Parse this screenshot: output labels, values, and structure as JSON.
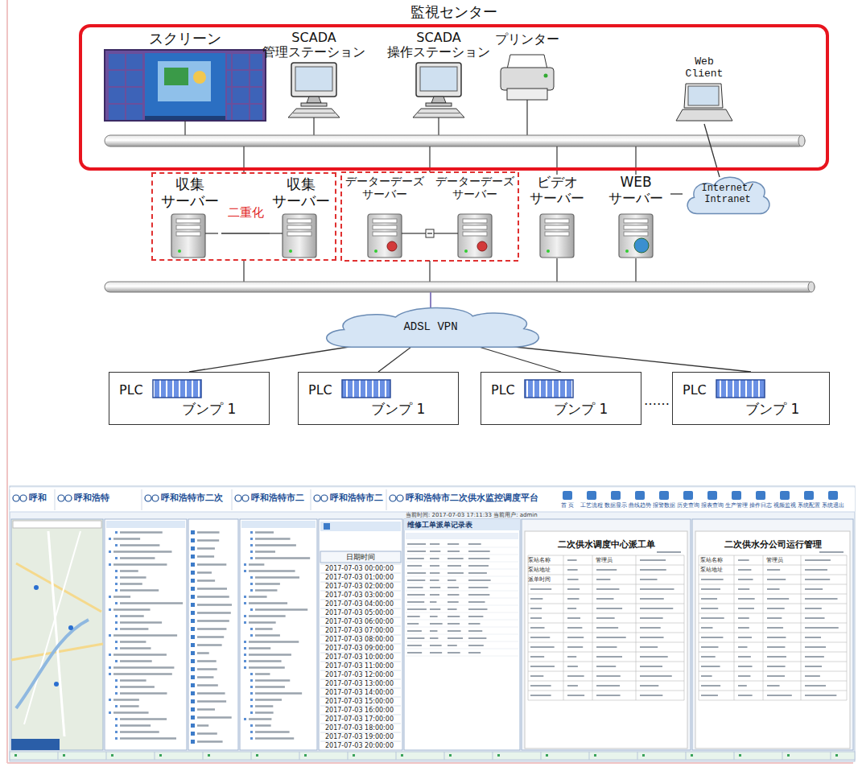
{
  "diagram": {
    "nodes": [
      {
        "text": [
          "監視センター"
        ]
      },
      {
        "text": [
          "スクリーン"
        ],
        "in": 0
      },
      {
        "text": [
          "SCADA 管理ステーション"
        ],
        "in": 0
      },
      {
        "text": [
          "SCADA 操作ステーション"
        ],
        "in": 0
      },
      {
        "text": [
          "プリンター"
        ],
        "in": 0
      },
      {
        "text": [
          "Web Client"
        ],
        "in": 0
      },
      {
        "text": [
          "二重化"
        ]
      },
      {
        "text": [
          "収集 サーバー"
        ],
        "in": 6
      },
      {
        "text": [
          "収集 サーバー"
        ],
        "in": 6
      },
      {
        "text": [
          "データーデーズ サーバー"
        ]
      },
      {
        "text": [
          "データーデーズ サーバー"
        ]
      },
      {
        "text": [
          "ビデオ サーバー"
        ]
      },
      {
        "text": [
          "WEB サーバー"
        ]
      },
      {
        "text": [
          "Internet/ Intranet"
        ]
      },
      {
        "text": [
          "ADSL VPN"
        ]
      },
      {
        "text": [
          "PLC",
          "ブンプ 1"
        ]
      },
      {
        "text": [
          "PLC",
          "ブンプ 1"
        ]
      },
      {
        "text": [
          "PLC",
          "ブンプ 1"
        ]
      },
      {
        "text": [
          "PLC",
          "ブンプ 1"
        ]
      }
    ],
    "edges": [
      {
        "from": 7,
        "to": 8,
        "arrow": "none"
      },
      {
        "from": 9,
        "to": 10,
        "arrow": "none"
      },
      {
        "from": 5,
        "to": 13,
        "arrow": "none"
      },
      {
        "from": 12,
        "to": 13,
        "arrow": "none"
      },
      {
        "from": 14,
        "to": 15,
        "arrow": "none"
      },
      {
        "from": 14,
        "to": 16,
        "arrow": "none"
      },
      {
        "from": 14,
        "to": 17,
        "arrow": "none"
      },
      {
        "from": 14,
        "to": 18,
        "arrow": "none"
      }
    ],
    "labels": [
      "……",
      "呼和",
      "呼和浩特",
      "呼和浩特市二次",
      "呼和浩特市二",
      "呼和浩特市二",
      "呼和浩特市二次供水监控调度平台",
      "首 页",
      "工艺流程",
      "数据显示",
      "曲线趋势",
      "报警数据",
      "历史查询",
      "报表查询",
      "生产管理",
      "操作日志",
      "视频监视",
      "系统配置",
      "系统退出",
      "当前时间: 2017-07-03 17:11:33 当前用户: admin",
      "维修工单派单记录表",
      "日期时间",
      "2017-07-03 00:00:00",
      "2017-07-03 01:00:00",
      "2017-07-03 02:00:00",
      "2017-07-03 03:00:00",
      "2017-07-03 04:00:00",
      "2017-07-03 05:00:00",
      "2017-07-03 06:00:00",
      "2017-07-03 07:00:00",
      "2017-07-03 08:00:00",
      "2017-07-03 09:00:00",
      "2017-07-03 10:00:00",
      "2017-07-03 11:00:00",
      "2017-07-03 12:00:00",
      "2017-07-03 13:00:00",
      "2017-07-03 14:00:00",
      "2017-07-03 15:00:00",
      "2017-07-03 16:00:00",
      "2017-07-03 17:00:00",
      "2017-07-03 18:00:00",
      "2017-07-03 19:00:00",
      "2017-07-03 20:00:00",
      "二次供水调度中心派工单",
      "二次供水分公司运行管理",
      "泵站名称",
      "管理员",
      "泵站地址",
      "派单时间",
      "泵站名称",
      "管理员",
      "泵站地址"
    ]
  }
}
